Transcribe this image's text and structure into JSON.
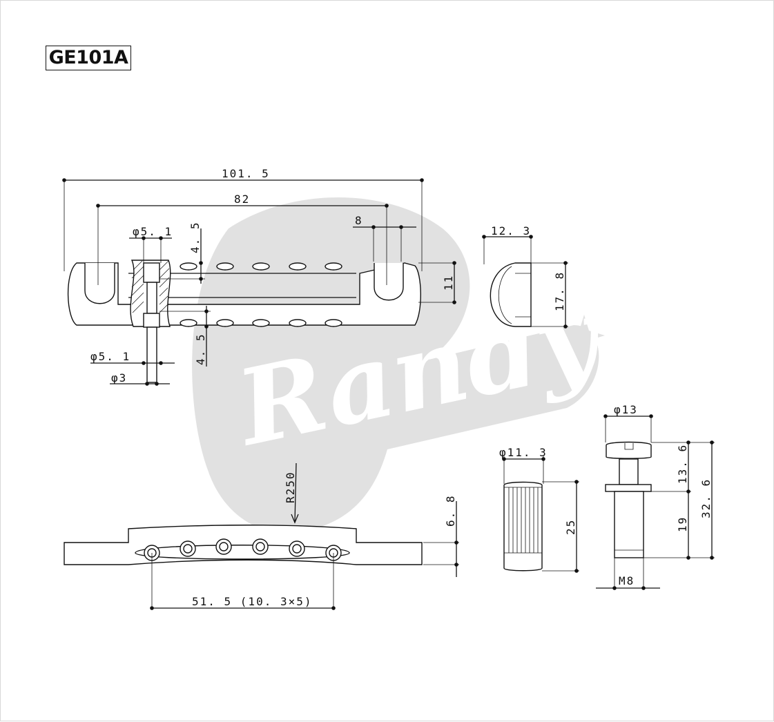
{
  "model": "GE101A",
  "watermark": "Randy's",
  "dimensions": {
    "overall_length": "101. 5",
    "post_spacing": "82",
    "end_offset": "8",
    "hole_dia_top": "φ5. 1",
    "hole_dia_bottom": "φ5. 1",
    "bore_dia": "φ3",
    "upper_offset": "4. 5",
    "lower_offset": "4. 5",
    "body_height": "11",
    "side_depth": "12. 3",
    "side_height": "17. 8",
    "radius": "R250",
    "string_spacing": "51. 5 (10. 3×5)",
    "end_height": "6. 8",
    "bushing_dia": "φ11. 3",
    "bushing_height": "25",
    "stud_head_dia": "φ13",
    "stud_head_height": "13. 6",
    "stud_thread_length": "19",
    "stud_total_length": "32. 6",
    "stud_thread": "M8"
  }
}
